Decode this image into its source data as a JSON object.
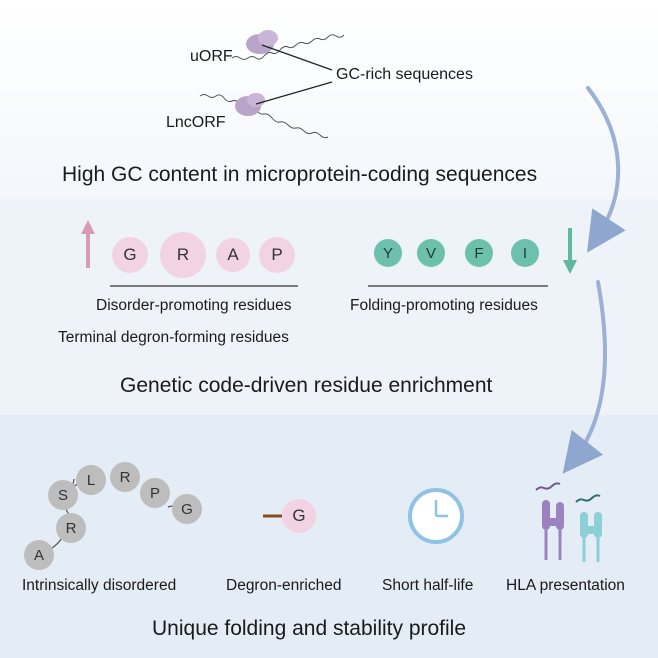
{
  "section1": {
    "uorf_label": "uORF",
    "lncorf_label": "LncORF",
    "gc_label": "GC-rich sequences",
    "heading": "High GC content in microprotein-coding sequences"
  },
  "section2": {
    "disorder_residues": [
      "G",
      "R",
      "A",
      "P"
    ],
    "folding_residues": [
      "Y",
      "V",
      "F",
      "I"
    ],
    "disorder_label": "Disorder-promoting residues",
    "folding_label": "Folding-promoting residues",
    "degron_label": "Terminal degron-forming residues",
    "heading": "Genetic code-driven residue enrichment"
  },
  "section3": {
    "chain_residues": [
      "A",
      "R",
      "S",
      "L",
      "R",
      "P",
      "G"
    ],
    "degron_residue": "G",
    "labels": {
      "disordered": "Intrinsically disordered",
      "degron": "Degron-enriched",
      "halflife": "Short half-life",
      "hla": "HLA presentation"
    },
    "heading": "Unique folding and stability profile"
  },
  "colors": {
    "ribosome": "#b9a4c9",
    "pink_residue": "#f1d3e4",
    "teal_residue": "#6cc0ad",
    "arrow_up": "#d99ab6",
    "arrow_down": "#5fb8a0",
    "flow_arrow": "#9bb0d4",
    "clock": "#8fc3e6",
    "hla_purple": "#9c83bf",
    "hla_teal": "#8ccfd6"
  }
}
